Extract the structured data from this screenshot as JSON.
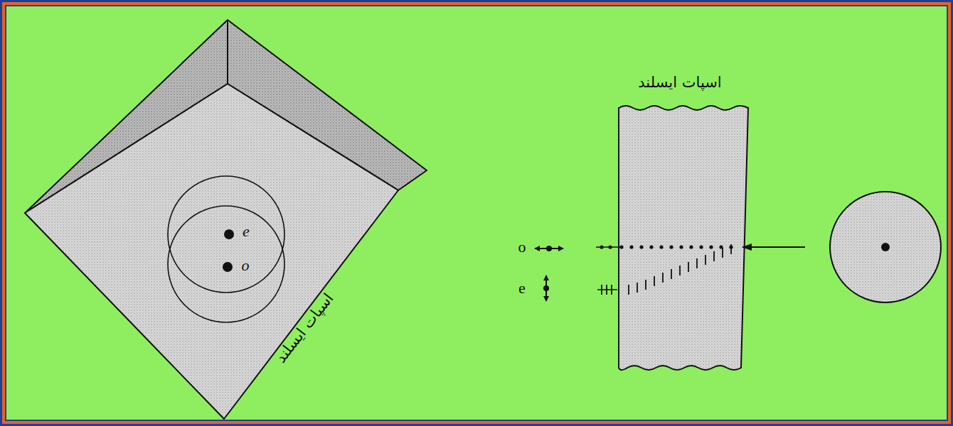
{
  "diagram": {
    "labels": [
      "اسپات ایسلند",
      "e",
      "o",
      "اسپات ایسلند",
      "o",
      "e"
    ]
  }
}
